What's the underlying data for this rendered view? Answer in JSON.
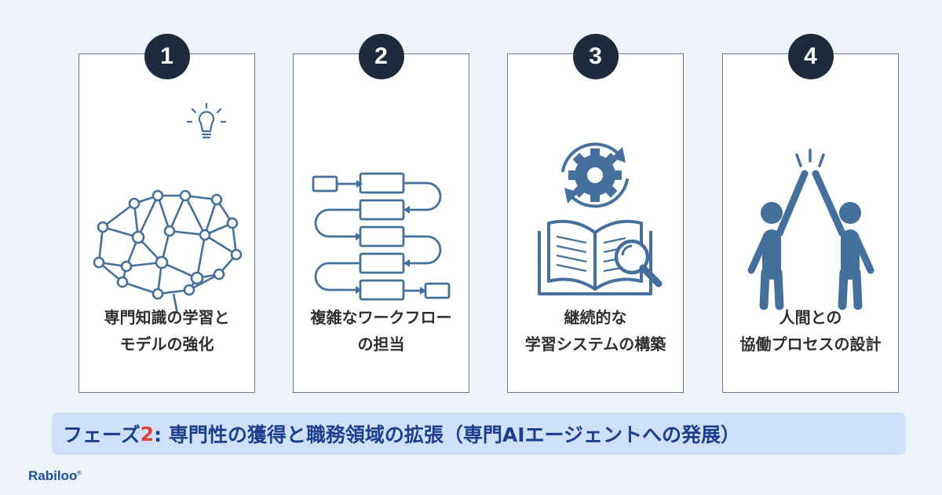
{
  "cards": [
    {
      "number": "1",
      "line1": "専門知識の学習と",
      "line2": "モデルの強化",
      "icon": "brain-network-lightbulb-icon"
    },
    {
      "number": "2",
      "line1": "複雑なワークフロー",
      "line2": "の担当",
      "icon": "workflow-flowchart-icon"
    },
    {
      "number": "3",
      "line1": "継続的な",
      "line2": "学習システムの構築",
      "icon": "book-gear-magnifier-icon"
    },
    {
      "number": "4",
      "line1": "人間との",
      "line2": "協働プロセスの設計",
      "icon": "high-five-people-icon"
    }
  ],
  "banner": {
    "prefix": "フェーズ",
    "phase_number": "2",
    "suffix": ": 専門性の獲得と職務領域の拡張（専門AIエージェントへの発展）"
  },
  "brand": {
    "name": "Rabiloo",
    "mark": "®"
  },
  "colors": {
    "icon": "#46709c",
    "badge": "#1f2b3d",
    "banner_bg": "#cfe1fa",
    "banner_text": "#1d3f8f",
    "accent": "#e0413a"
  }
}
